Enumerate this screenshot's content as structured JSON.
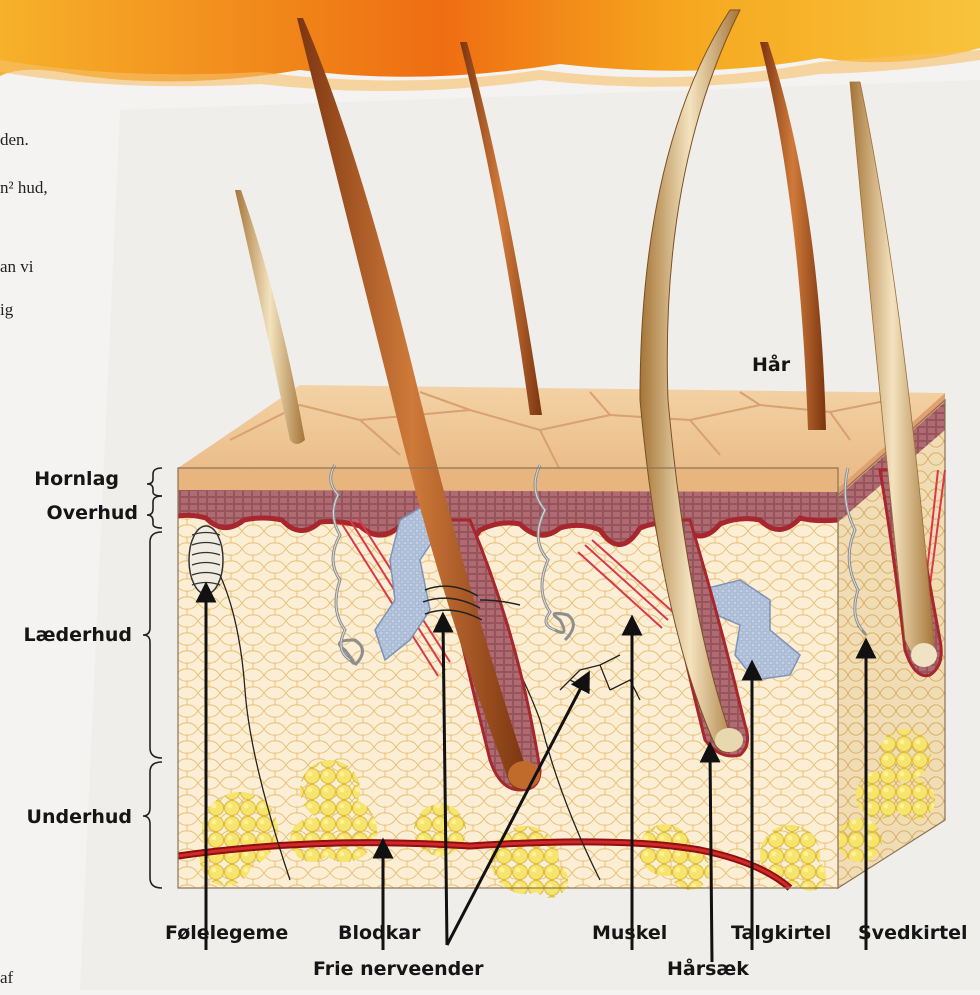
{
  "colors": {
    "banner": "#f39a1a",
    "banner_dark": "#e8731b",
    "epidermis": "#a55a63",
    "dermis": "#fbeed4",
    "cell_line": "#e5b96c",
    "surface": "#efc597",
    "hair": "#b45a24",
    "fat": "#f6e56c",
    "blood_vessel": "#b8161c",
    "gland": "#b7c6de"
  },
  "body_text_fragments": [
    "den.",
    "n² hud,",
    "an vi",
    "ig",
    "af"
  ],
  "layer_labels": {
    "hornlag": "Hornlag",
    "overhud": "Overhud",
    "laederhud": "Læderhud",
    "underhud": "Underhud"
  },
  "structure_labels": {
    "haar": "Hår",
    "foelelegeme": "Følelegeme",
    "blodkar": "Blodkar",
    "frie_nerveender": "Frie nerveender",
    "muskel": "Muskel",
    "haarsaek": "Hårsæk",
    "talgkirtel": "Talgkirtel",
    "svedkirtel": "Svedkirtel"
  }
}
